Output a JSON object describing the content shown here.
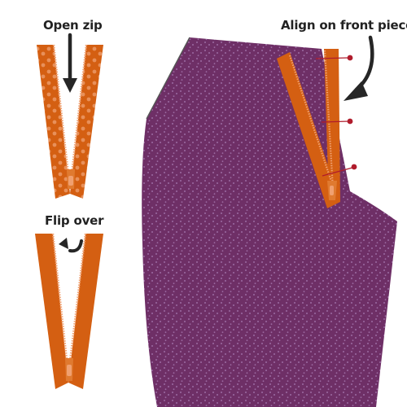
{
  "labels": {
    "open_zip": "Open zip",
    "flip_over": "Flip over",
    "align_front": "Align on front piece"
  },
  "colors": {
    "fabric": "#6e2f66",
    "fabric_dot": "#9a68a0",
    "zip_tape": "#d45f12",
    "zip_tape_dot": "#e8905a",
    "zip_teeth": "#f0a070",
    "pin_head": "#b01c2c",
    "arrow": "#262626",
    "text": "#222222"
  },
  "icons": {
    "open_zip_arrow": "arrow-down-icon",
    "flip_arrow": "curved-arrow-icon",
    "align_arrow": "curved-arrow-icon",
    "pins": "pin-icon"
  },
  "steps": [
    "open_zip",
    "flip_over",
    "align_front"
  ]
}
